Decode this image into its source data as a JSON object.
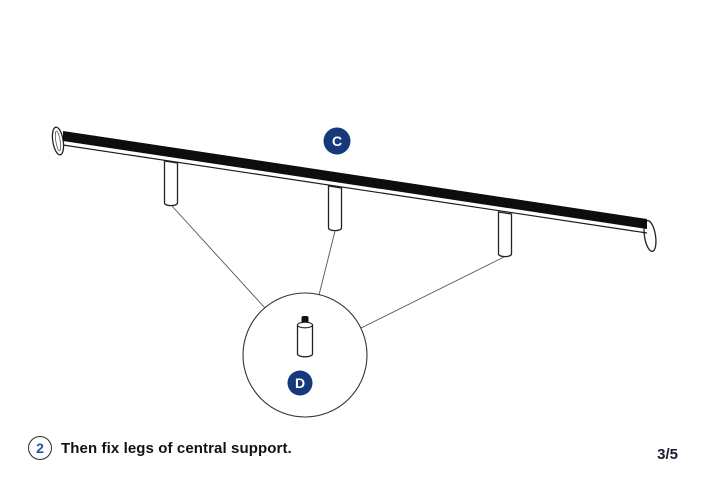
{
  "colors": {
    "badge_fill": "#16397c",
    "badge_text": "#ffffff",
    "step_number": "#2c4f9c",
    "beam_fill": "#0d0d0d",
    "outline": "#222222",
    "leader_line": "#555555"
  },
  "badges": {
    "beam_label": "C",
    "leg_label": "D"
  },
  "step": {
    "number": "2",
    "instruction": "Then fix legs of central support."
  },
  "page_indicator": "3/5"
}
